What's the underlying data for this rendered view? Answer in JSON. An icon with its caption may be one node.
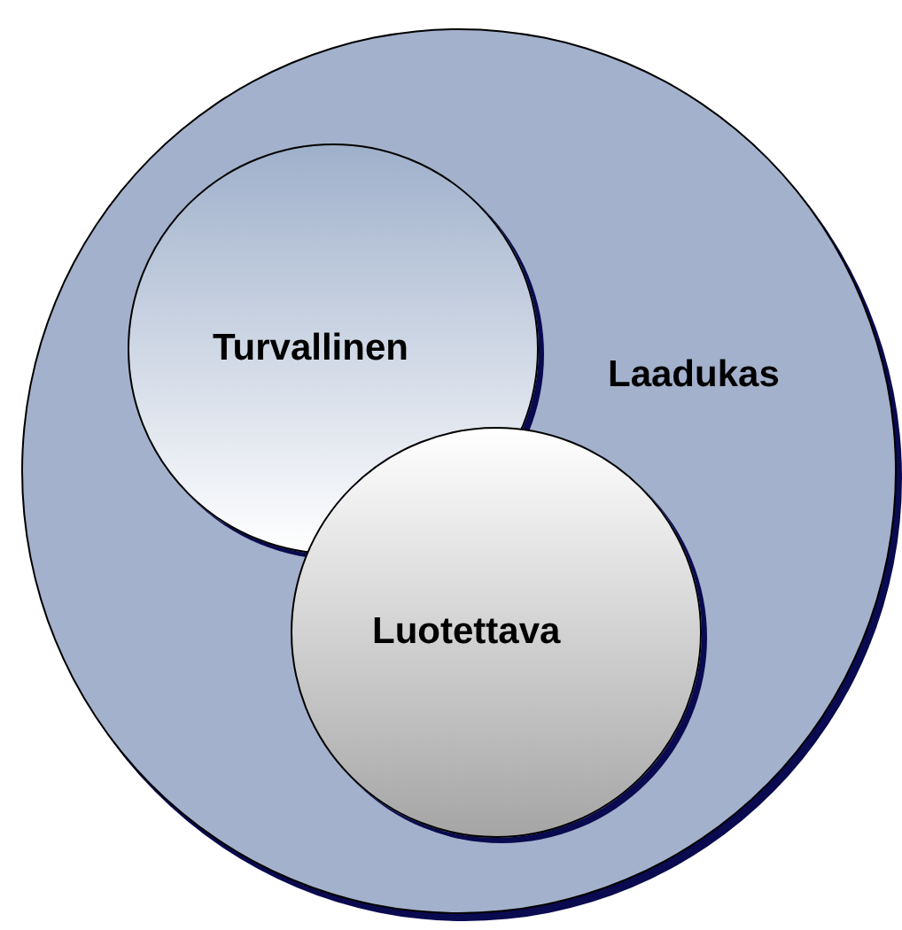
{
  "diagram": {
    "nodes": [
      {
        "text": [
          "Laadukas"
        ]
      },
      {
        "text": [
          "Turvallinen"
        ],
        "in": 0
      },
      {
        "text": [
          "Luotettava"
        ],
        "in": 0
      }
    ],
    "edges": []
  }
}
